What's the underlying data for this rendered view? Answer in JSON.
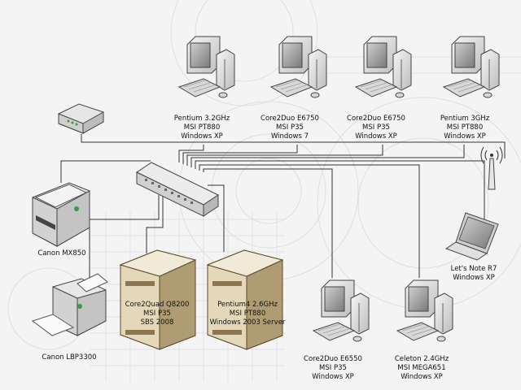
{
  "colors": {
    "background": "#f4f4f4",
    "wire": "#333333",
    "server_beige": "#d6c9a8",
    "device_gray": "#cfcfcf",
    "hub_gray": "#dcdcdc"
  },
  "devices": {
    "pc1": {
      "icon": "desktop-computer-icon",
      "lines": [
        "Pentium 3.2GHz",
        "MSI PT880",
        "Windows XP"
      ]
    },
    "pc2": {
      "icon": "desktop-computer-icon",
      "lines": [
        "Core2Duo E6750",
        "MSI P35",
        "Windows 7"
      ]
    },
    "pc3": {
      "icon": "desktop-computer-icon",
      "lines": [
        "Core2Duo E6750",
        "MSI P35",
        "Windows XP"
      ]
    },
    "pc4": {
      "icon": "desktop-computer-icon",
      "lines": [
        "Pentium 3GHz",
        "MSI PT880",
        "Windows XP"
      ]
    },
    "router": {
      "icon": "router-icon"
    },
    "antenna": {
      "icon": "wireless-antenna-icon"
    },
    "hub": {
      "icon": "network-hub-icon"
    },
    "printer_mx850": {
      "icon": "multifunction-printer-icon",
      "lines": [
        "Canon MX850"
      ]
    },
    "printer_lbp3300": {
      "icon": "laser-printer-icon",
      "lines": [
        "Canon LBP3300"
      ]
    },
    "server1": {
      "icon": "server-tower-icon",
      "lines": [
        "Core2Quad Q8200",
        "MSI P35",
        "SBS 2008"
      ]
    },
    "server2": {
      "icon": "server-tower-icon",
      "lines": [
        "Pentium4 2.6GHz",
        "MSI PT880",
        "Windows 2003 Server"
      ]
    },
    "pc5": {
      "icon": "desktop-computer-icon",
      "lines": [
        "Core2Duo E6550",
        "MSI P35",
        "Windows XP"
      ]
    },
    "pc6": {
      "icon": "desktop-computer-icon",
      "lines": [
        "Celeton 2.4GHz",
        "MSI MEGA651",
        "Windows XP"
      ]
    },
    "laptop": {
      "icon": "laptop-icon",
      "lines": [
        "Let's Note R7",
        "Windows XP"
      ]
    }
  }
}
